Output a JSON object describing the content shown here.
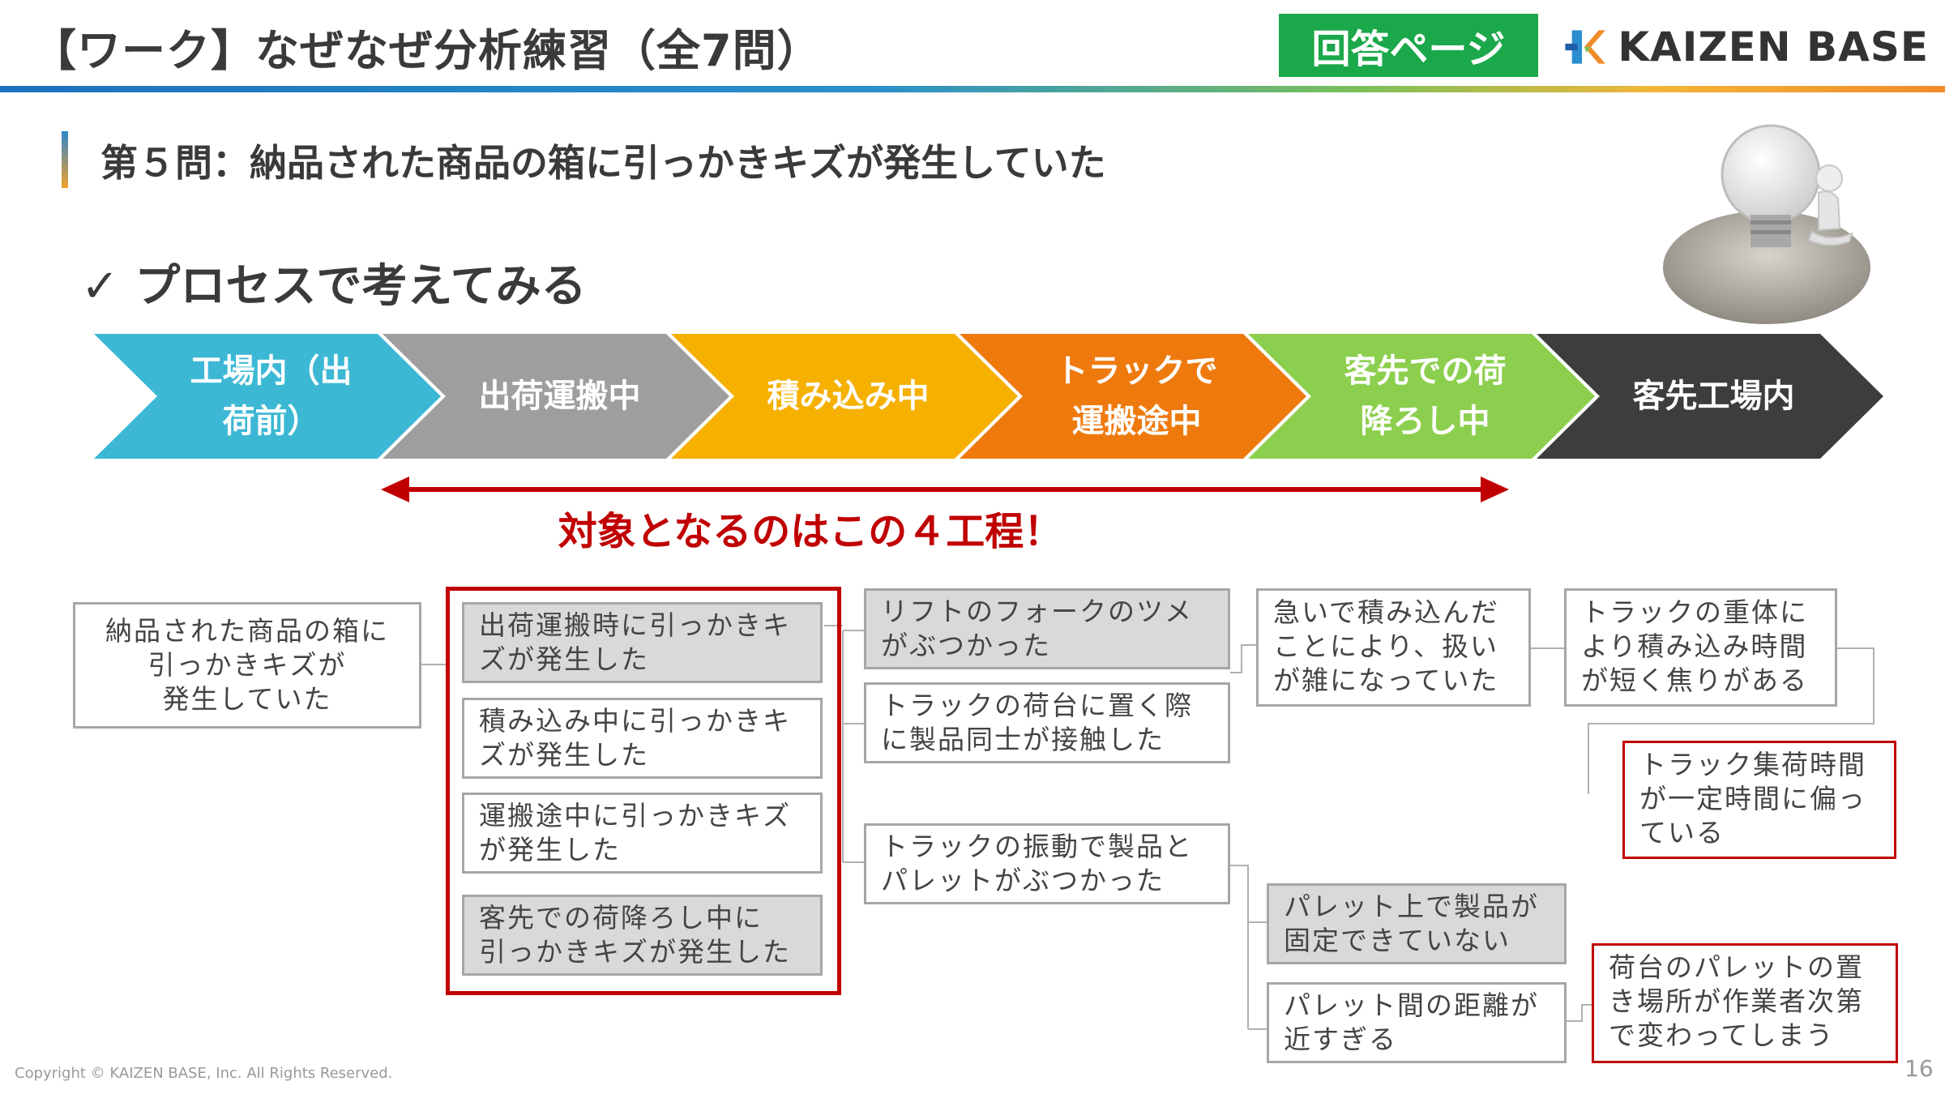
{
  "header": {
    "title": "【ワーク】なぜなぜ分析練習（全7問）",
    "answer_badge": "回答ページ",
    "logo_text": "KAIZEN BASE"
  },
  "question": {
    "title": "第５問：納品された商品の箱に引っかきキズが発生していた"
  },
  "section": {
    "title": "✓ プロセスで考えてみる"
  },
  "process_steps": [
    {
      "label": "工場内（出\n荷前）",
      "color": "#3cb8d4"
    },
    {
      "label": "出荷運搬中",
      "color": "#9e9e9e"
    },
    {
      "label": "積み込み中",
      "color": "#f5b000"
    },
    {
      "label": "トラックで\n運搬途中",
      "color": "#ee7a0e"
    },
    {
      "label": "客先での荷\n降ろし中",
      "color": "#8ccf4e"
    },
    {
      "label": "客先工場内",
      "color": "#3d3d3d"
    }
  ],
  "target_note": "対象となるのはこの４工程！",
  "tree": {
    "root": "納品された商品の箱に\n引っかきキズが\n発生していた",
    "level1": [
      "出荷運搬時に引っかきキ\nズが発生した",
      "積み込み中に引っかきキ\nズが発生した",
      "運搬途中に引っかきキズ\nが発生した",
      "客先での荷降ろし中に\n引っかきキズが発生した"
    ],
    "level2": [
      "リフトのフォークのツメ\nがぶつかった",
      "トラックの荷台に置く際\nに製品同士が接触した",
      "トラックの振動で製品と\nパレットがぶつかった"
    ],
    "level3": [
      "急いで積み込んだ\nことにより、扱い\nが雑になっていた",
      "パレット上で製品が\n固定できていない",
      "パレット間の距離が\n近すぎる"
    ],
    "level4": [
      "トラックの重体に\nより積み込み時間\nが短く焦りがある",
      "トラック集荷時間\nが一定時間に偏っ\nている",
      "荷台のパレットの置\nき場所が作業者次第\nで変わってしまう"
    ]
  },
  "footer": {
    "copyright": "Copyright ©  KAIZEN BASE, Inc.  All Rights Reserved.",
    "page_number": "16"
  }
}
